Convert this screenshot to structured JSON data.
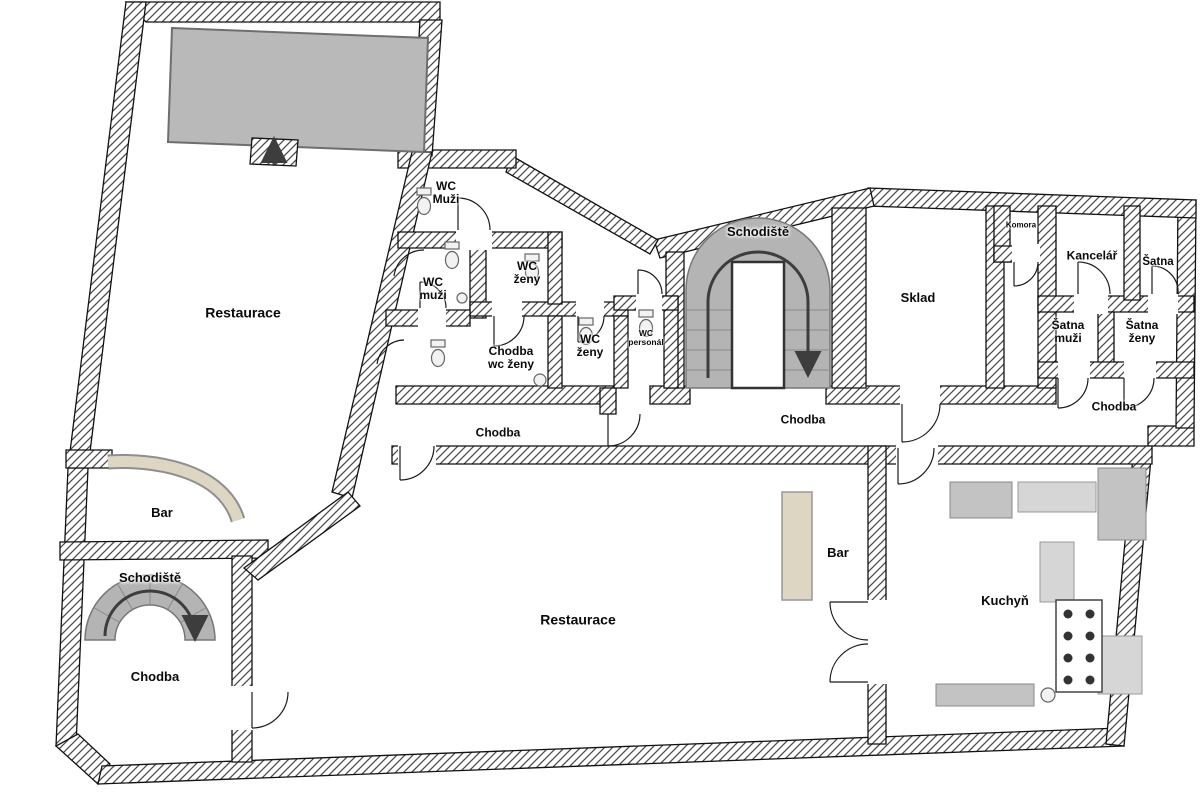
{
  "plan": {
    "colors": {
      "wall_hatch": "#4b4b4b",
      "wall_outline": "#111111",
      "stage_gray": "#b9b9b9",
      "stair_gray": "#b4b4b4",
      "bar_beige": "#ddd6c3",
      "equipment_gray": "#c3c3c3",
      "arrow_dark": "#3d3d3d"
    },
    "labels": {
      "restaurace_top": "Restaurace",
      "wc_muzi_upper": "WC Muži",
      "wc_muzi_lower": "WC muži",
      "wc_zeny_upper": "WC ženy",
      "chodba_wc_zeny": "Chodba wc ženy",
      "wc_zeny_lower": "WC ženy",
      "wc_personal": "WC personál",
      "schodiste_top": "Schodiště",
      "sklad": "Sklad",
      "komora": "Komora",
      "kancelar": "Kancelář",
      "satna": "Šatna",
      "satna_muzi": "Šatna muži",
      "satna_zeny": "Šatna ženy",
      "chodba_right": "Chodba",
      "chodba_mid_left": "Chodba",
      "chodba_mid_right": "Chodba",
      "bar_left": "Bar",
      "schodiste_bottom": "Schodiště",
      "chodba_bottom_left": "Chodba",
      "restaurace_main": "Restaurace",
      "bar_main": "Bar",
      "kuchyn": "Kuchyň"
    }
  }
}
